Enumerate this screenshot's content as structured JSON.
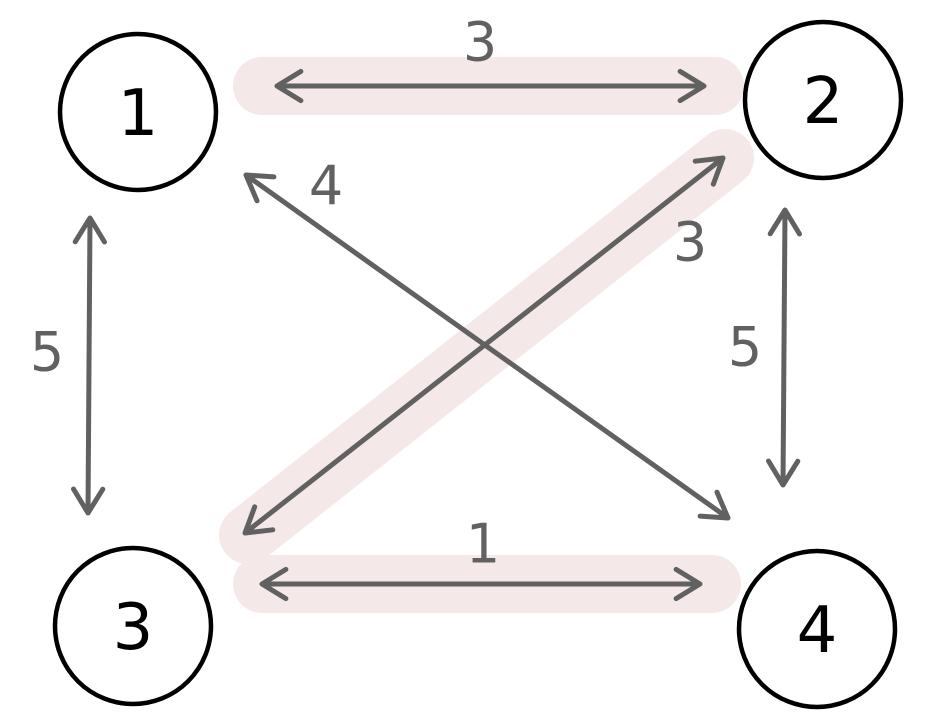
{
  "colors": {
    "node_stroke": "#000000",
    "edge": "#616161",
    "highlight": "#f5e8e8",
    "label": "#616161"
  },
  "nodes": [
    {
      "id": "1",
      "label": "1"
    },
    {
      "id": "2",
      "label": "2"
    },
    {
      "id": "3",
      "label": "3"
    },
    {
      "id": "4",
      "label": "4"
    }
  ],
  "edges": [
    {
      "id": "e12",
      "from": "1",
      "to": "2",
      "weight": "3",
      "highlighted": true
    },
    {
      "id": "e13",
      "from": "1",
      "to": "3",
      "weight": "5",
      "highlighted": false
    },
    {
      "id": "e14",
      "from": "1",
      "to": "4",
      "weight": "4",
      "highlighted": false
    },
    {
      "id": "e23",
      "from": "2",
      "to": "3",
      "weight": "3",
      "highlighted": true
    },
    {
      "id": "e24",
      "from": "2",
      "to": "4",
      "weight": "5",
      "highlighted": false
    },
    {
      "id": "e34",
      "from": "3",
      "to": "4",
      "weight": "1",
      "highlighted": true
    }
  ]
}
